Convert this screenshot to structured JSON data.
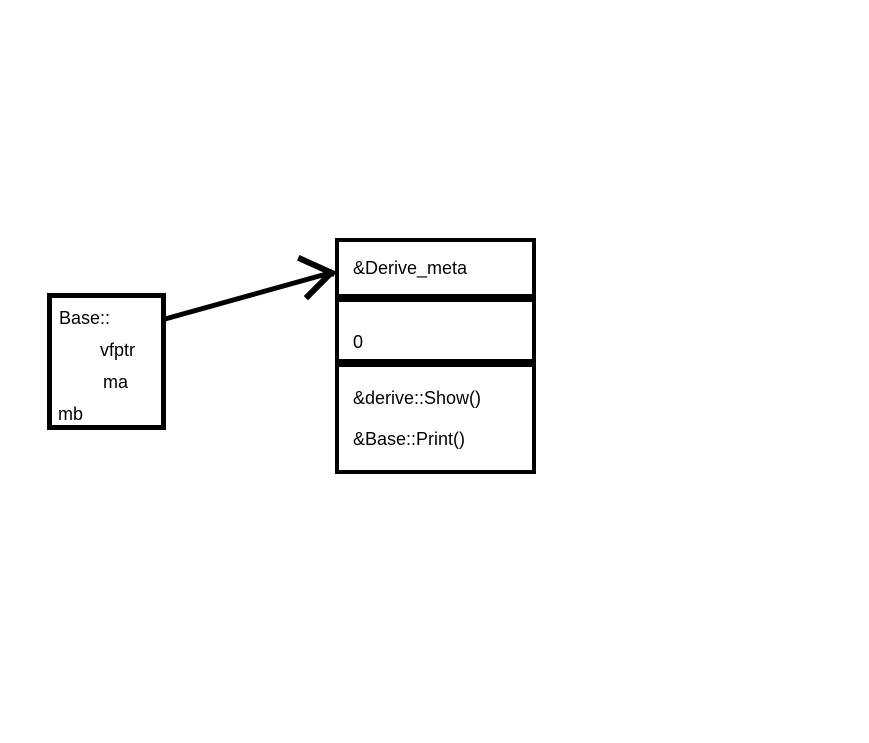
{
  "colors": {
    "background": "#ffffff",
    "ink": "#000000"
  },
  "base_object_box": {
    "lines": [
      {
        "text": "Base::",
        "indent": 0
      },
      {
        "text": "vfptr",
        "indent": 1
      },
      {
        "text": "ma",
        "indent": 1
      },
      {
        "text": "mb",
        "indent": 0
      }
    ]
  },
  "vtable_box": {
    "cells": [
      {
        "lines": [
          "&Derive_meta"
        ]
      },
      {
        "lines": [
          "0"
        ]
      },
      {
        "lines": [
          "&derive::Show()",
          "&Base::Print()"
        ]
      }
    ]
  },
  "arrow": {
    "from": "base-object-box vfptr area",
    "to": "vtable-box top cell"
  }
}
